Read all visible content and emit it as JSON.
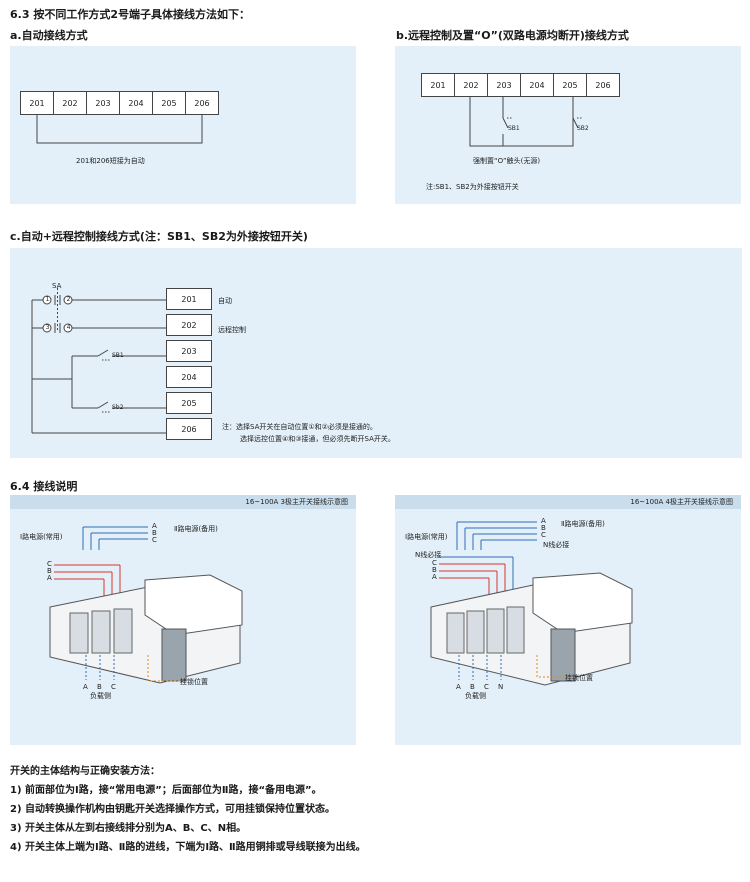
{
  "section_63": {
    "title": "6.3 按不同工作方式2号端子具体接线方法如下：",
    "a_title": "a.自动接线方式",
    "b_title": "b.远程控制及置“O”(双路电源均断开)接线方式",
    "c_title": "c.自动+远程控制接线方式(注：SB1、SB2为外接按钮开关)"
  },
  "terminals": [
    "201",
    "202",
    "203",
    "204",
    "205",
    "206"
  ],
  "panel_a": {
    "caption": "201和206短接为自动"
  },
  "panel_b": {
    "sb1": "SB1",
    "sb2": "SB2",
    "caption": "强制置“O”触头(无源)",
    "note": "注:SB1、SB2为外接按钮开关"
  },
  "panel_c": {
    "sa": "SA",
    "c1": "1",
    "c2": "2",
    "c3": "3",
    "c4": "4",
    "sb1": "SB1",
    "sb2": "Sb2",
    "label_201": "自动",
    "label_202": "远程控制",
    "note_line1": "注：选择SA开关在自动位置①和②必须是接通的。",
    "note_line2": "选择远控位置④和③接通，但必须先断开SA开关。"
  },
  "section_64": {
    "title": "6.4 接线说明"
  },
  "diagram_3pole": {
    "header": "16~100A 3极主开关接线示意图",
    "source1": "Ⅰ路电源(常用)",
    "source2": "Ⅱ路电源(备用)",
    "phase_a": "A",
    "phase_b": "B",
    "phase_c": "C",
    "lock": "挂锁位置",
    "load": "负载侧"
  },
  "diagram_4pole": {
    "header": "16~100A 4极主开关接线示意图",
    "source1": "Ⅰ路电源(常用)",
    "source2": "Ⅱ路电源(备用)",
    "n_line": "N线必接",
    "n_phase": "N",
    "phase_a": "A",
    "phase_b": "B",
    "phase_c": "C",
    "lock": "挂锁位置",
    "load": "负载侧"
  },
  "install_notes": {
    "title": "开关的主体结构与正确安装方法：",
    "items": [
      "1) 前面部位为Ⅰ路，接“常用电源”；后面部位为Ⅱ路，接“备用电源”。",
      "2) 自动转换操作机构由钥匙开关选择操作方式，可用挂锁保持位置状态。",
      "3) 开关主体从左到右接线排分别为A、B、C、N相。",
      "4) 开关主体上端为Ⅰ路、Ⅱ路的进线，下端为Ⅰ路、Ⅱ路用铜排或导线联接为出线。"
    ]
  },
  "colors": {
    "panel": "#e3f0f9",
    "wire_red": "#d9342b",
    "wire_blue": "#2f6db5",
    "dash_orange": "#e08a1e"
  }
}
